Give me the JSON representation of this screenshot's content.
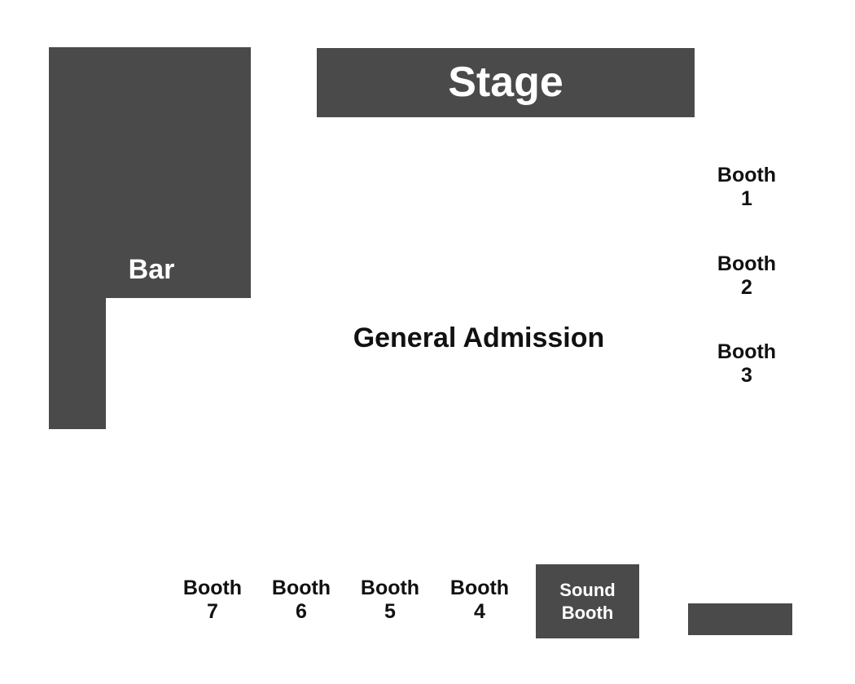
{
  "map": {
    "colors": {
      "block_fill": "#4a4a4a",
      "background": "#ffffff",
      "label_dark": "#111111",
      "label_light": "#ffffff"
    },
    "stage": {
      "label": "Stage"
    },
    "bar": {
      "label": "Bar"
    },
    "general_admission": {
      "label": "General Admission"
    },
    "sound_booth": {
      "line1": "Sound",
      "line2": "Booth"
    },
    "booths": [
      {
        "line1": "Booth",
        "line2": "1"
      },
      {
        "line1": "Booth",
        "line2": "2"
      },
      {
        "line1": "Booth",
        "line2": "3"
      },
      {
        "line1": "Booth",
        "line2": "4"
      },
      {
        "line1": "Booth",
        "line2": "5"
      },
      {
        "line1": "Booth",
        "line2": "6"
      },
      {
        "line1": "Booth",
        "line2": "7"
      }
    ]
  }
}
